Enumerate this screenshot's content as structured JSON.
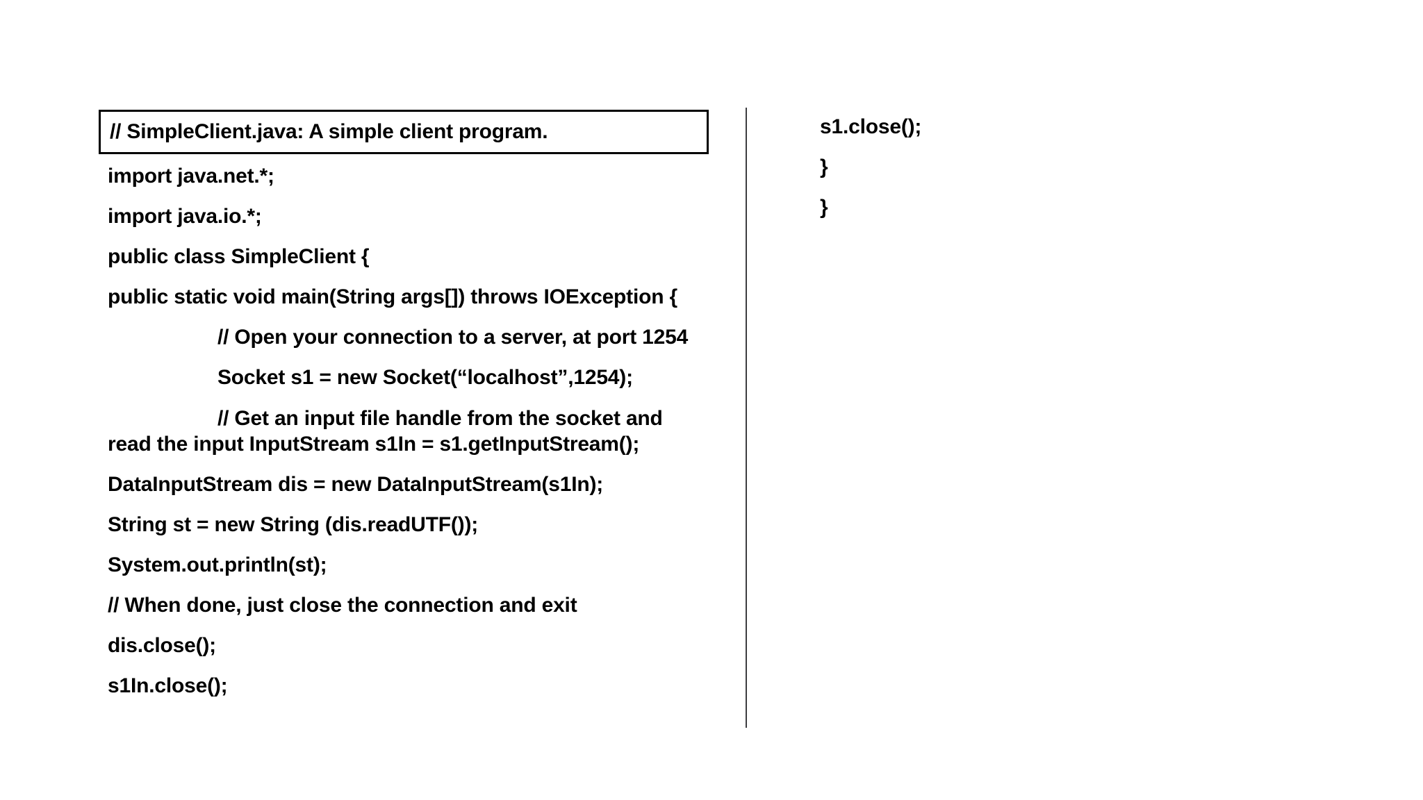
{
  "slide": {
    "background_color": "#ffffff",
    "text_color": "#000000",
    "divider_color": "#3b3b3f",
    "border_color": "#000000"
  },
  "title_box": {
    "text": "// SimpleClient.java: A simple client program."
  },
  "left_column": {
    "lines": [
      {
        "text": "import java.net.*;",
        "style": "flush"
      },
      {
        "text": "import java.io.*;",
        "style": "flush"
      },
      {
        "text": "public class SimpleClient {",
        "style": "flush"
      },
      {
        "text": "public static void main(String args[]) throws IOException {",
        "style": "flush"
      },
      {
        "text": "// Open your connection to a server, at port 1254",
        "style": "indent"
      },
      {
        "text": "Socket s1 = new Socket(“localhost”,1254);",
        "style": "indent"
      },
      {
        "text": "// Get an input file handle from the socket and read the input InputStream s1In = s1.getInputStream();",
        "style": "wrap-para"
      },
      {
        "text": "DataInputStream dis = new DataInputStream(s1In);",
        "style": "flush"
      },
      {
        "text": "String st = new String (dis.readUTF());",
        "style": "flush"
      },
      {
        "text": "System.out.println(st);",
        "style": "flush"
      },
      {
        "text": "// When done, just close the connection and exit",
        "style": "flush"
      },
      {
        "text": "dis.close();",
        "style": "flush"
      },
      {
        "text": "s1In.close();",
        "style": "flush"
      }
    ]
  },
  "right_column": {
    "lines": [
      {
        "text": "s1.close();"
      },
      {
        "text": "}"
      },
      {
        "text": "}"
      }
    ]
  }
}
